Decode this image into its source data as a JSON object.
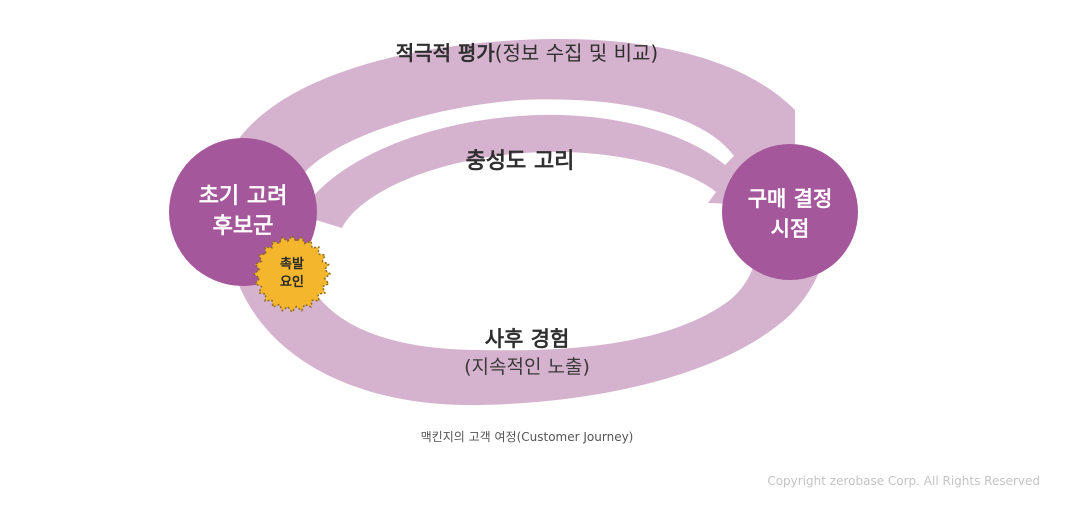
{
  "diagram": {
    "top_arc": {
      "bold": "적극적 평가",
      "normal": "(정보 수집 및 비교)"
    },
    "inner_arc": {
      "label": "충성도 고리"
    },
    "bottom_arc": {
      "line1": "사후 경험",
      "line2": "(지속적인 노출)"
    },
    "left_circle": {
      "line1": "초기 고려",
      "line2": "후보군"
    },
    "right_circle": {
      "line1": "구매 결정",
      "line2": "시점"
    },
    "trigger_badge": {
      "line1": "촉발",
      "line2": "요인"
    },
    "caption": "맥킨지의 고객 여정(Customer Journey)",
    "colors": {
      "ring": "#d5b3cf",
      "circle": "#a4589b",
      "badge": "#f3b62d",
      "badge_edge": "#8a6a1f"
    }
  },
  "footer": {
    "copyright": "Copyright zerobase Corp. All Rights Reserved"
  }
}
